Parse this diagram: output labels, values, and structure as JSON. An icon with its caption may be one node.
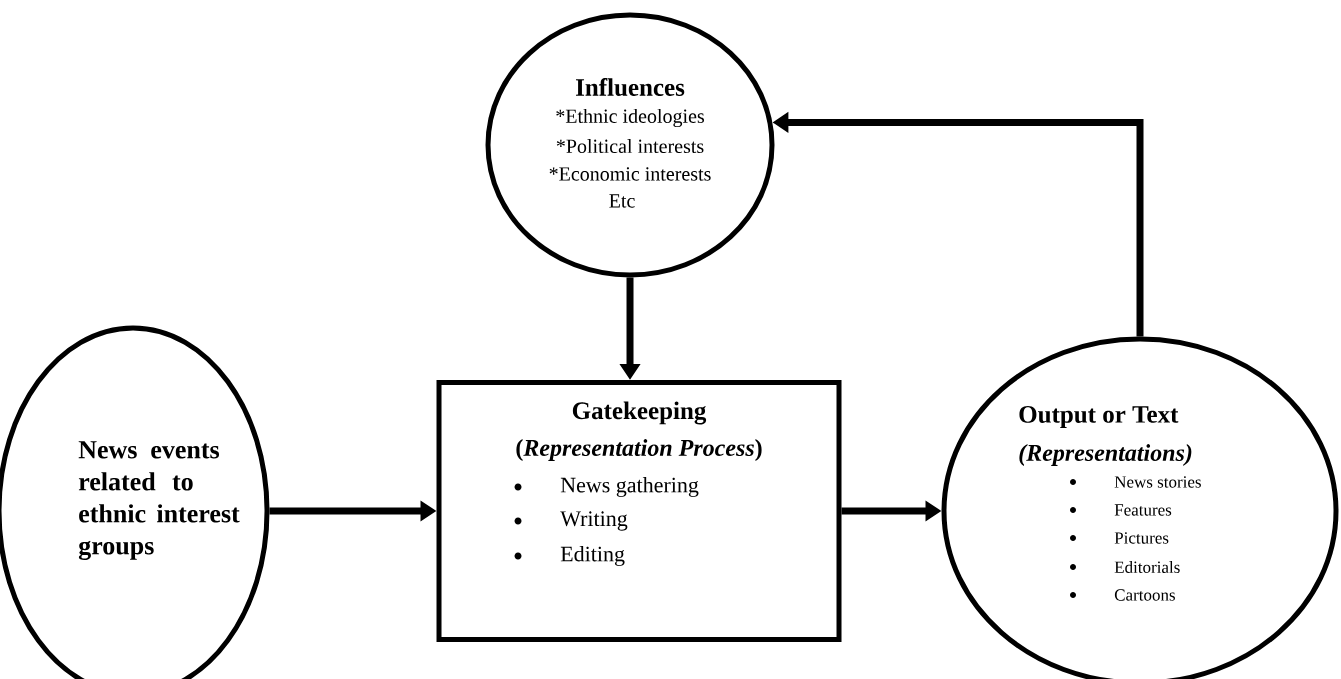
{
  "diagram": {
    "nodes": [
      {
        "text": [
          "Influences",
          "*Ethnic ideologies",
          "*Political interests",
          "*Economic interests",
          "Etc"
        ]
      },
      {
        "text": [
          "News events related to ethnic interest groups"
        ]
      },
      {
        "text": [
          "Gatekeeping",
          "(*Representation Process*)",
          "News gathering",
          "Writing",
          "Editing"
        ]
      },
      {
        "text": [
          "Output or Text",
          "(Representations)",
          "News stories",
          "Features",
          "Pictures",
          "Editorials",
          "Cartoons"
        ]
      }
    ],
    "edges": [
      {
        "from": 1,
        "to": 2,
        "arrow": "to"
      },
      {
        "from": 0,
        "to": 2,
        "arrow": "to"
      },
      {
        "from": 2,
        "to": 3,
        "arrow": "to"
      },
      {
        "from": 3,
        "to": 0,
        "arrow": "to"
      }
    ]
  }
}
